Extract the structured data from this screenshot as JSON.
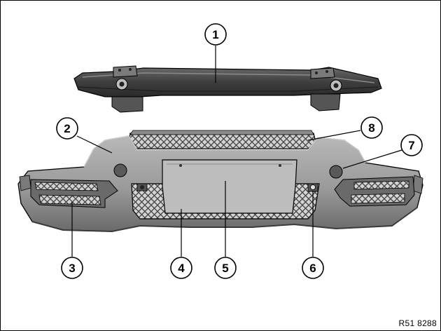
{
  "figure": {
    "reference_code": "R51 8288",
    "colors": {
      "part_fill": "#9b9b9b",
      "part_dark": "#5e5e5e",
      "part_darker": "#3c3c3c",
      "mesh_fill": "#d8d8d8",
      "outline": "#000000",
      "callout_fill": "#ffffff"
    },
    "callouts": [
      {
        "id": "1",
        "label": "1"
      },
      {
        "id": "2",
        "label": "2"
      },
      {
        "id": "3",
        "label": "3"
      },
      {
        "id": "4",
        "label": "4"
      },
      {
        "id": "5",
        "label": "5"
      },
      {
        "id": "6",
        "label": "6"
      },
      {
        "id": "7",
        "label": "7"
      },
      {
        "id": "8",
        "label": "8"
      }
    ]
  }
}
